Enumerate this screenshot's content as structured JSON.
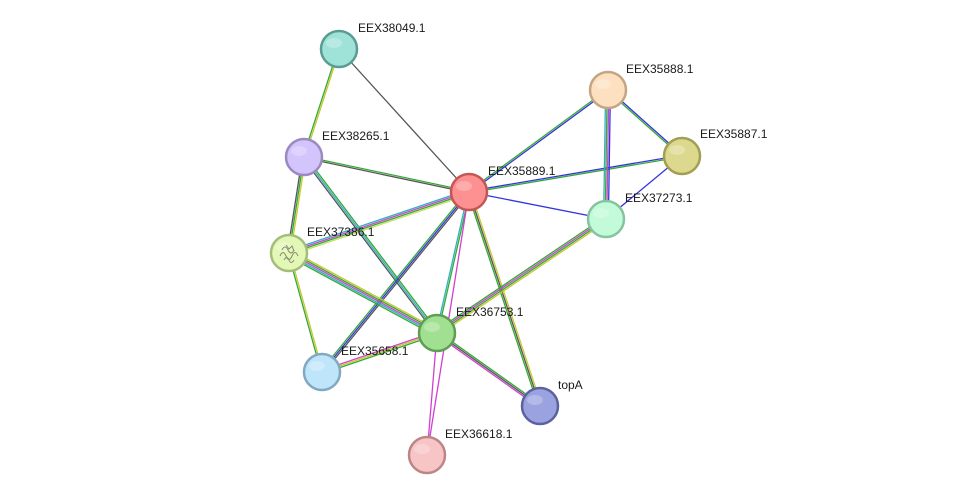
{
  "nodes": [
    {
      "id": "EEX38049.1",
      "label": "EEX38049.1",
      "fill": "#9fe3d8",
      "stroke": "#5a9c92",
      "has_structure": false
    },
    {
      "id": "EEX38265.1",
      "label": "EEX38265.1",
      "fill": "#d3c4fb",
      "stroke": "#9a89c2",
      "has_structure": false
    },
    {
      "id": "EEX35889.1",
      "label": "EEX35889.1",
      "fill": "#fd9090",
      "stroke": "#c45656",
      "has_structure": false
    },
    {
      "id": "EEX35888.1",
      "label": "EEX35888.1",
      "fill": "#fde0c0",
      "stroke": "#c4a583",
      "has_structure": false
    },
    {
      "id": "EEX35887.1",
      "label": "EEX35887.1",
      "fill": "#dcd98f",
      "stroke": "#a29f55",
      "has_structure": false
    },
    {
      "id": "EEX37273.1",
      "label": "EEX37273.1",
      "fill": "#c3fbd9",
      "stroke": "#85c49e",
      "has_structure": false
    },
    {
      "id": "EEX37386.1",
      "label": "EEX37386.1",
      "fill": "#e3f7b6",
      "stroke": "#a4bd7a",
      "has_structure": true
    },
    {
      "id": "EEX36753.1",
      "label": "EEX36753.1",
      "fill": "#a0e090",
      "stroke": "#5e9e53",
      "has_structure": false
    },
    {
      "id": "EEX35658.1",
      "label": "EEX35658.1",
      "fill": "#bfe5fb",
      "stroke": "#82a9c0",
      "has_structure": false
    },
    {
      "id": "topA",
      "label": "topA",
      "fill": "#9aa3e0",
      "stroke": "#5a62a0",
      "has_structure": false
    },
    {
      "id": "EEX36618.1",
      "label": "EEX36618.1",
      "fill": "#f7c5c5",
      "stroke": "#bd8686",
      "has_structure": false
    }
  ],
  "edges": [
    {
      "from": "EEX38049.1",
      "to": "EEX38265.1",
      "colors": [
        "#c8c830",
        "#33aa33"
      ]
    },
    {
      "from": "EEX38049.1",
      "to": "EEX35889.1",
      "colors": [
        "#555555"
      ]
    },
    {
      "from": "EEX38265.1",
      "to": "EEX35889.1",
      "colors": [
        "#33aa33",
        "#555555"
      ]
    },
    {
      "from": "EEX38265.1",
      "to": "EEX37386.1",
      "colors": [
        "#c8c830",
        "#33aa33",
        "#555555"
      ]
    },
    {
      "from": "EEX38265.1",
      "to": "EEX36753.1",
      "colors": [
        "#33aa33",
        "#30b0c0",
        "#555555"
      ]
    },
    {
      "from": "EEX35889.1",
      "to": "EEX35888.1",
      "colors": [
        "#33aa33",
        "#3333dd"
      ]
    },
    {
      "from": "EEX35889.1",
      "to": "EEX35887.1",
      "colors": [
        "#3333dd",
        "#33aa33"
      ]
    },
    {
      "from": "EEX35889.1",
      "to": "EEX37273.1",
      "colors": [
        "#3333dd"
      ]
    },
    {
      "from": "EEX35889.1",
      "to": "EEX37386.1",
      "colors": [
        "#c8e060",
        "#33aa33",
        "#d040d0",
        "#30b0c0"
      ]
    },
    {
      "from": "EEX35889.1",
      "to": "EEX36753.1",
      "colors": [
        "#33aa33",
        "#30b0c0"
      ]
    },
    {
      "from": "EEX35889.1",
      "to": "EEX35658.1",
      "colors": [
        "#555555",
        "#3333dd",
        "#33aa33"
      ]
    },
    {
      "from": "EEX35889.1",
      "to": "topA",
      "colors": [
        "#c8c830",
        "#555555",
        "#33aa33"
      ]
    },
    {
      "from": "EEX35889.1",
      "to": "EEX36618.1",
      "colors": [
        "#d040d0"
      ]
    },
    {
      "from": "EEX35888.1",
      "to": "EEX35887.1",
      "colors": [
        "#3333dd",
        "#33aa33"
      ]
    },
    {
      "from": "EEX35888.1",
      "to": "EEX37273.1",
      "colors": [
        "#3333dd",
        "#d040d0",
        "#33aa33",
        "#30b0c0"
      ]
    },
    {
      "from": "EEX35887.1",
      "to": "EEX37273.1",
      "colors": [
        "#3333dd"
      ]
    },
    {
      "from": "EEX37273.1",
      "to": "EEX36753.1",
      "colors": [
        "#c8c830",
        "#33aa33",
        "#d040d0",
        "#33aa33"
      ]
    },
    {
      "from": "EEX37386.1",
      "to": "EEX36753.1",
      "colors": [
        "#c8c830",
        "#33aa33",
        "#d040d0",
        "#30b0c0",
        "#33aa33"
      ]
    },
    {
      "from": "EEX37386.1",
      "to": "EEX35658.1",
      "colors": [
        "#c8c830",
        "#33aa33"
      ]
    },
    {
      "from": "EEX36753.1",
      "to": "EEX35658.1",
      "colors": [
        "#33aa33",
        "#c8c830",
        "#d040d0"
      ]
    },
    {
      "from": "EEX36753.1",
      "to": "topA",
      "colors": [
        "#33aa33",
        "#555555",
        "#d040d0"
      ]
    },
    {
      "from": "EEX36753.1",
      "to": "EEX36618.1",
      "colors": [
        "#d040d0"
      ]
    }
  ]
}
